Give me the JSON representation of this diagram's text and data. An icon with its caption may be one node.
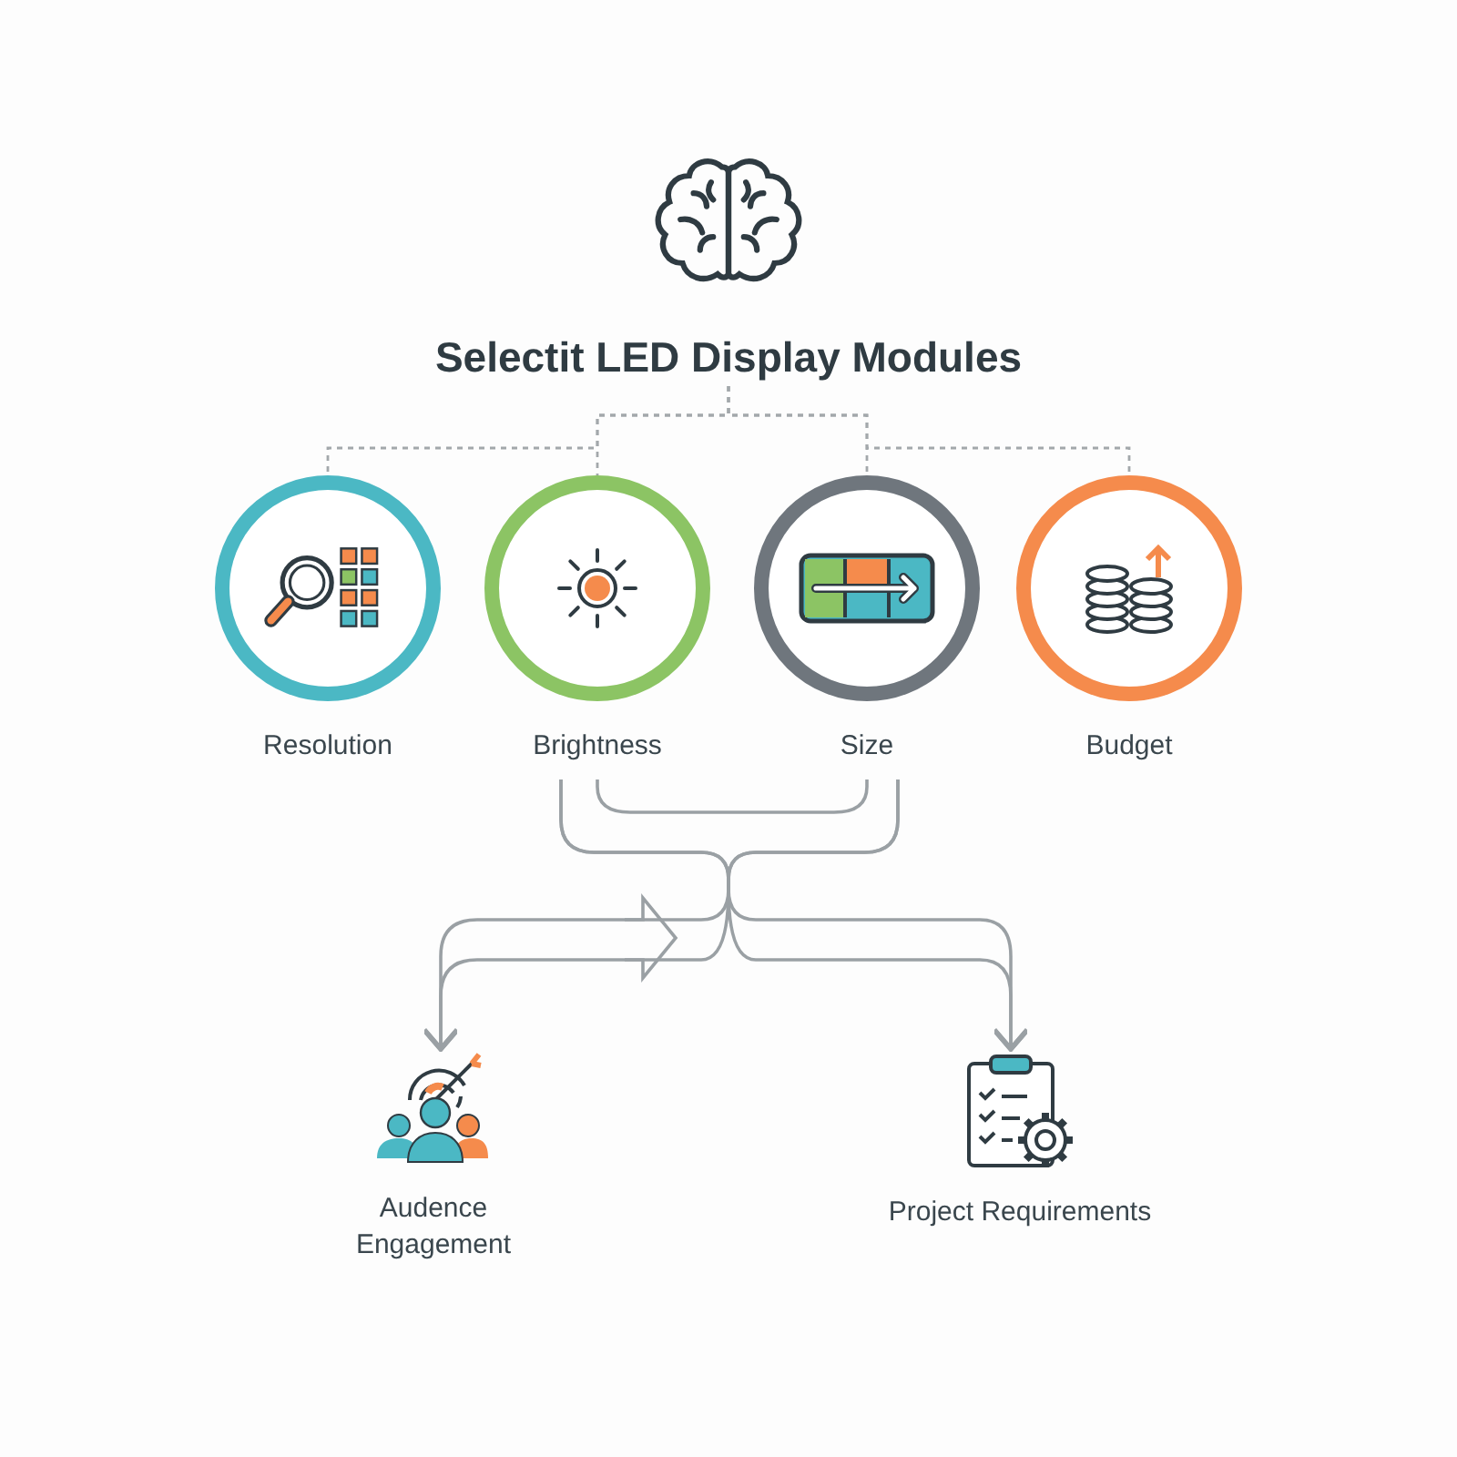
{
  "diagram": {
    "nodes": [
      {
        "text": [
          "Selectit LED Display Modules"
        ]
      },
      {
        "text": [
          "Resolution"
        ]
      },
      {
        "text": [
          "Brightness"
        ]
      },
      {
        "text": [
          "Size"
        ]
      },
      {
        "text": [
          "Budget"
        ]
      },
      {
        "text": [
          "Audence Engagement"
        ]
      },
      {
        "text": [
          "Project Requirements"
        ]
      }
    ],
    "edges": [
      {
        "from": 0,
        "to": 1,
        "arrow": "none",
        "style": "dashed"
      },
      {
        "from": 0,
        "to": 2,
        "arrow": "none",
        "style": "dashed"
      },
      {
        "from": 0,
        "to": 3,
        "arrow": "none",
        "style": "dashed"
      },
      {
        "from": 0,
        "to": 4,
        "arrow": "none",
        "style": "dashed"
      },
      {
        "from": 2,
        "to": 3,
        "arrow": "none"
      },
      {
        "from": 2,
        "to": 5,
        "arrow": "to"
      },
      {
        "from": 2,
        "to": 6,
        "arrow": "to"
      },
      {
        "from": 3,
        "to": 5,
        "arrow": "to"
      },
      {
        "from": 3,
        "to": 6,
        "arrow": "to"
      }
    ]
  }
}
